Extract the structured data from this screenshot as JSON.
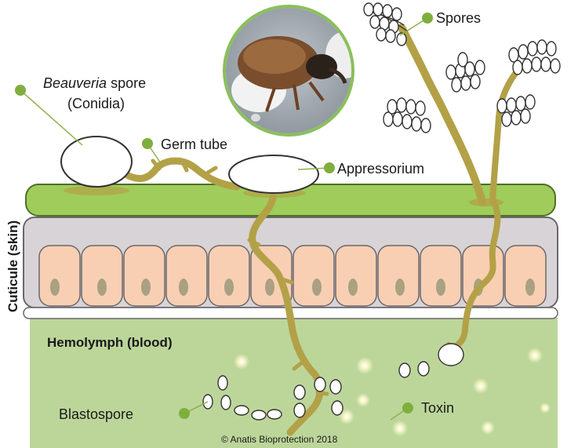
{
  "labels": {
    "spore_italic": "Beauveria",
    "spore_rest": "spore",
    "conidia": "(Conidia)",
    "germ_tube": "Germ tube",
    "appressorium": "Appressorium",
    "spores": "Spores",
    "cuticle": "Cuticule (skin)",
    "hemolymph": "Hemolymph (blood)",
    "blastospore": "Blastospore",
    "toxin": "Toxin",
    "copyright": "© Anatis Bioprotection 2018"
  },
  "colors": {
    "hypha": "#b3a147",
    "cuticle": "#9fcc5a",
    "epidermis_bg": "#d8d3d6",
    "cell": "#f8cfb2",
    "nucleus": "#a9a181",
    "hemolymph": "#bcd69a",
    "dot": "#8fb04a"
  },
  "icons": {
    "weevil_photo": "weevil-photo-icon"
  }
}
